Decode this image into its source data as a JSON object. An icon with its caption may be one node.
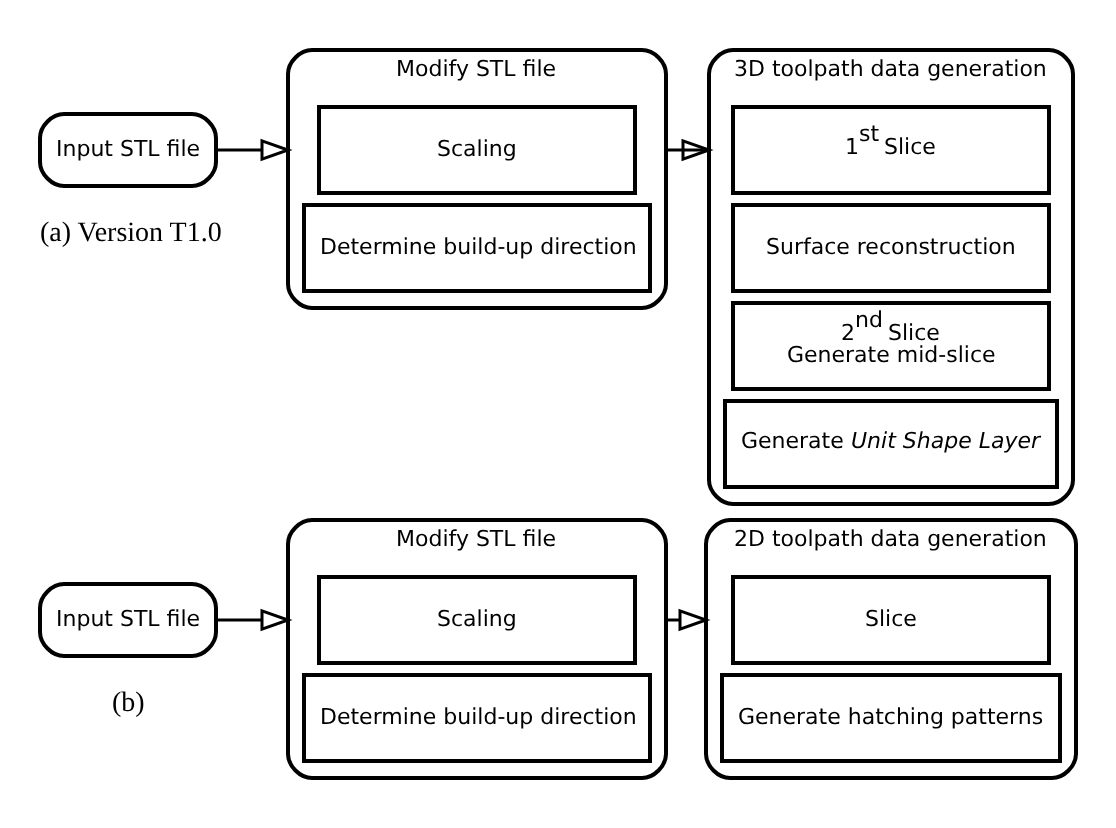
{
  "diagram": {
    "nodes": [
      {
        "text": [
          "Input STL file"
        ]
      },
      {
        "text": [
          "Modify STL file"
        ]
      },
      {
        "text": [
          "Scaling"
        ],
        "in": 1
      },
      {
        "text": [
          "Determine build-up direction"
        ],
        "in": 1
      },
      {
        "text": [
          "3D toolpath data generation"
        ]
      },
      {
        "text": [
          "1$^{st}$ Slice"
        ],
        "in": 4
      },
      {
        "text": [
          "Surface reconstruction"
        ],
        "in": 4
      },
      {
        "text": [
          "2$^{nd}$ Slice",
          "Generate mid-slice"
        ],
        "in": 4
      },
      {
        "text": [
          "Generate *Unit Shape Layer*"
        ],
        "in": 4
      },
      {
        "text": [
          "Input STL file"
        ]
      },
      {
        "text": [
          "Modify STL file"
        ]
      },
      {
        "text": [
          "Scaling"
        ],
        "in": 10
      },
      {
        "text": [
          "Determine build-up direction"
        ],
        "in": 10
      },
      {
        "text": [
          "2D toolpath data generation"
        ]
      },
      {
        "text": [
          "Slice"
        ],
        "in": 13
      },
      {
        "text": [
          "Generate hatching patterns"
        ],
        "in": 13
      }
    ],
    "edges": [
      {
        "from": 0,
        "to": 1,
        "arrow": "to"
      },
      {
        "from": 1,
        "to": 4,
        "arrow": "to"
      },
      {
        "from": 9,
        "to": 10,
        "arrow": "to"
      },
      {
        "from": 10,
        "to": 13,
        "arrow": "to"
      }
    ],
    "labels": [
      "(a) Version T1.0",
      "(b)"
    ]
  }
}
